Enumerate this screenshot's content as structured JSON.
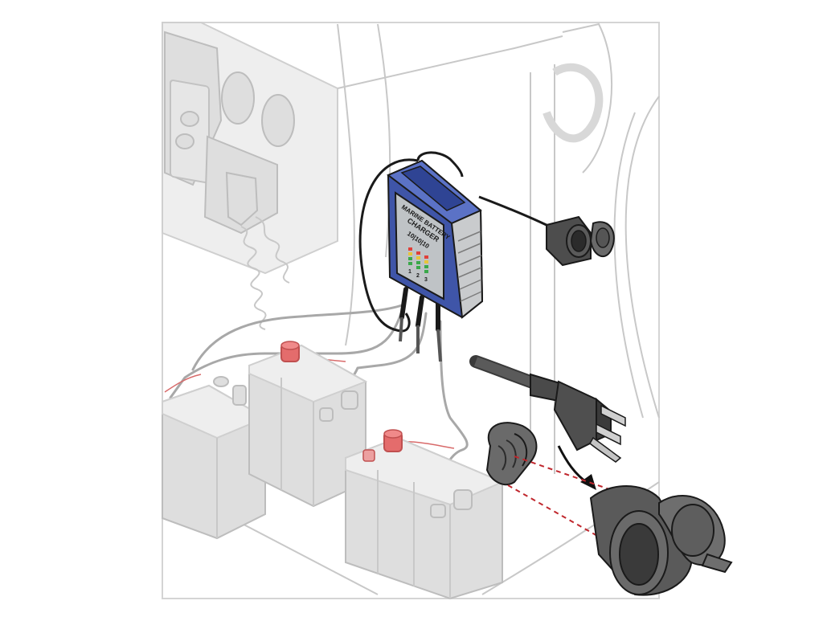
{
  "charger": {
    "brand_line1": "MARINE BATTERY",
    "brand_line2": "CHARGER",
    "rating": "10|10|10",
    "channel_numbers": [
      "1",
      "2",
      "3"
    ]
  },
  "colors": {
    "charger_body": "#3f55a8",
    "charger_face": "#bfc3c6",
    "cable_black": "#1a1a1a",
    "ghost_gray": "#c8c8c8",
    "battery_red_terminal": "#e46c6c",
    "arrow_black": "#111111",
    "dashed_red": "#c0272d"
  }
}
